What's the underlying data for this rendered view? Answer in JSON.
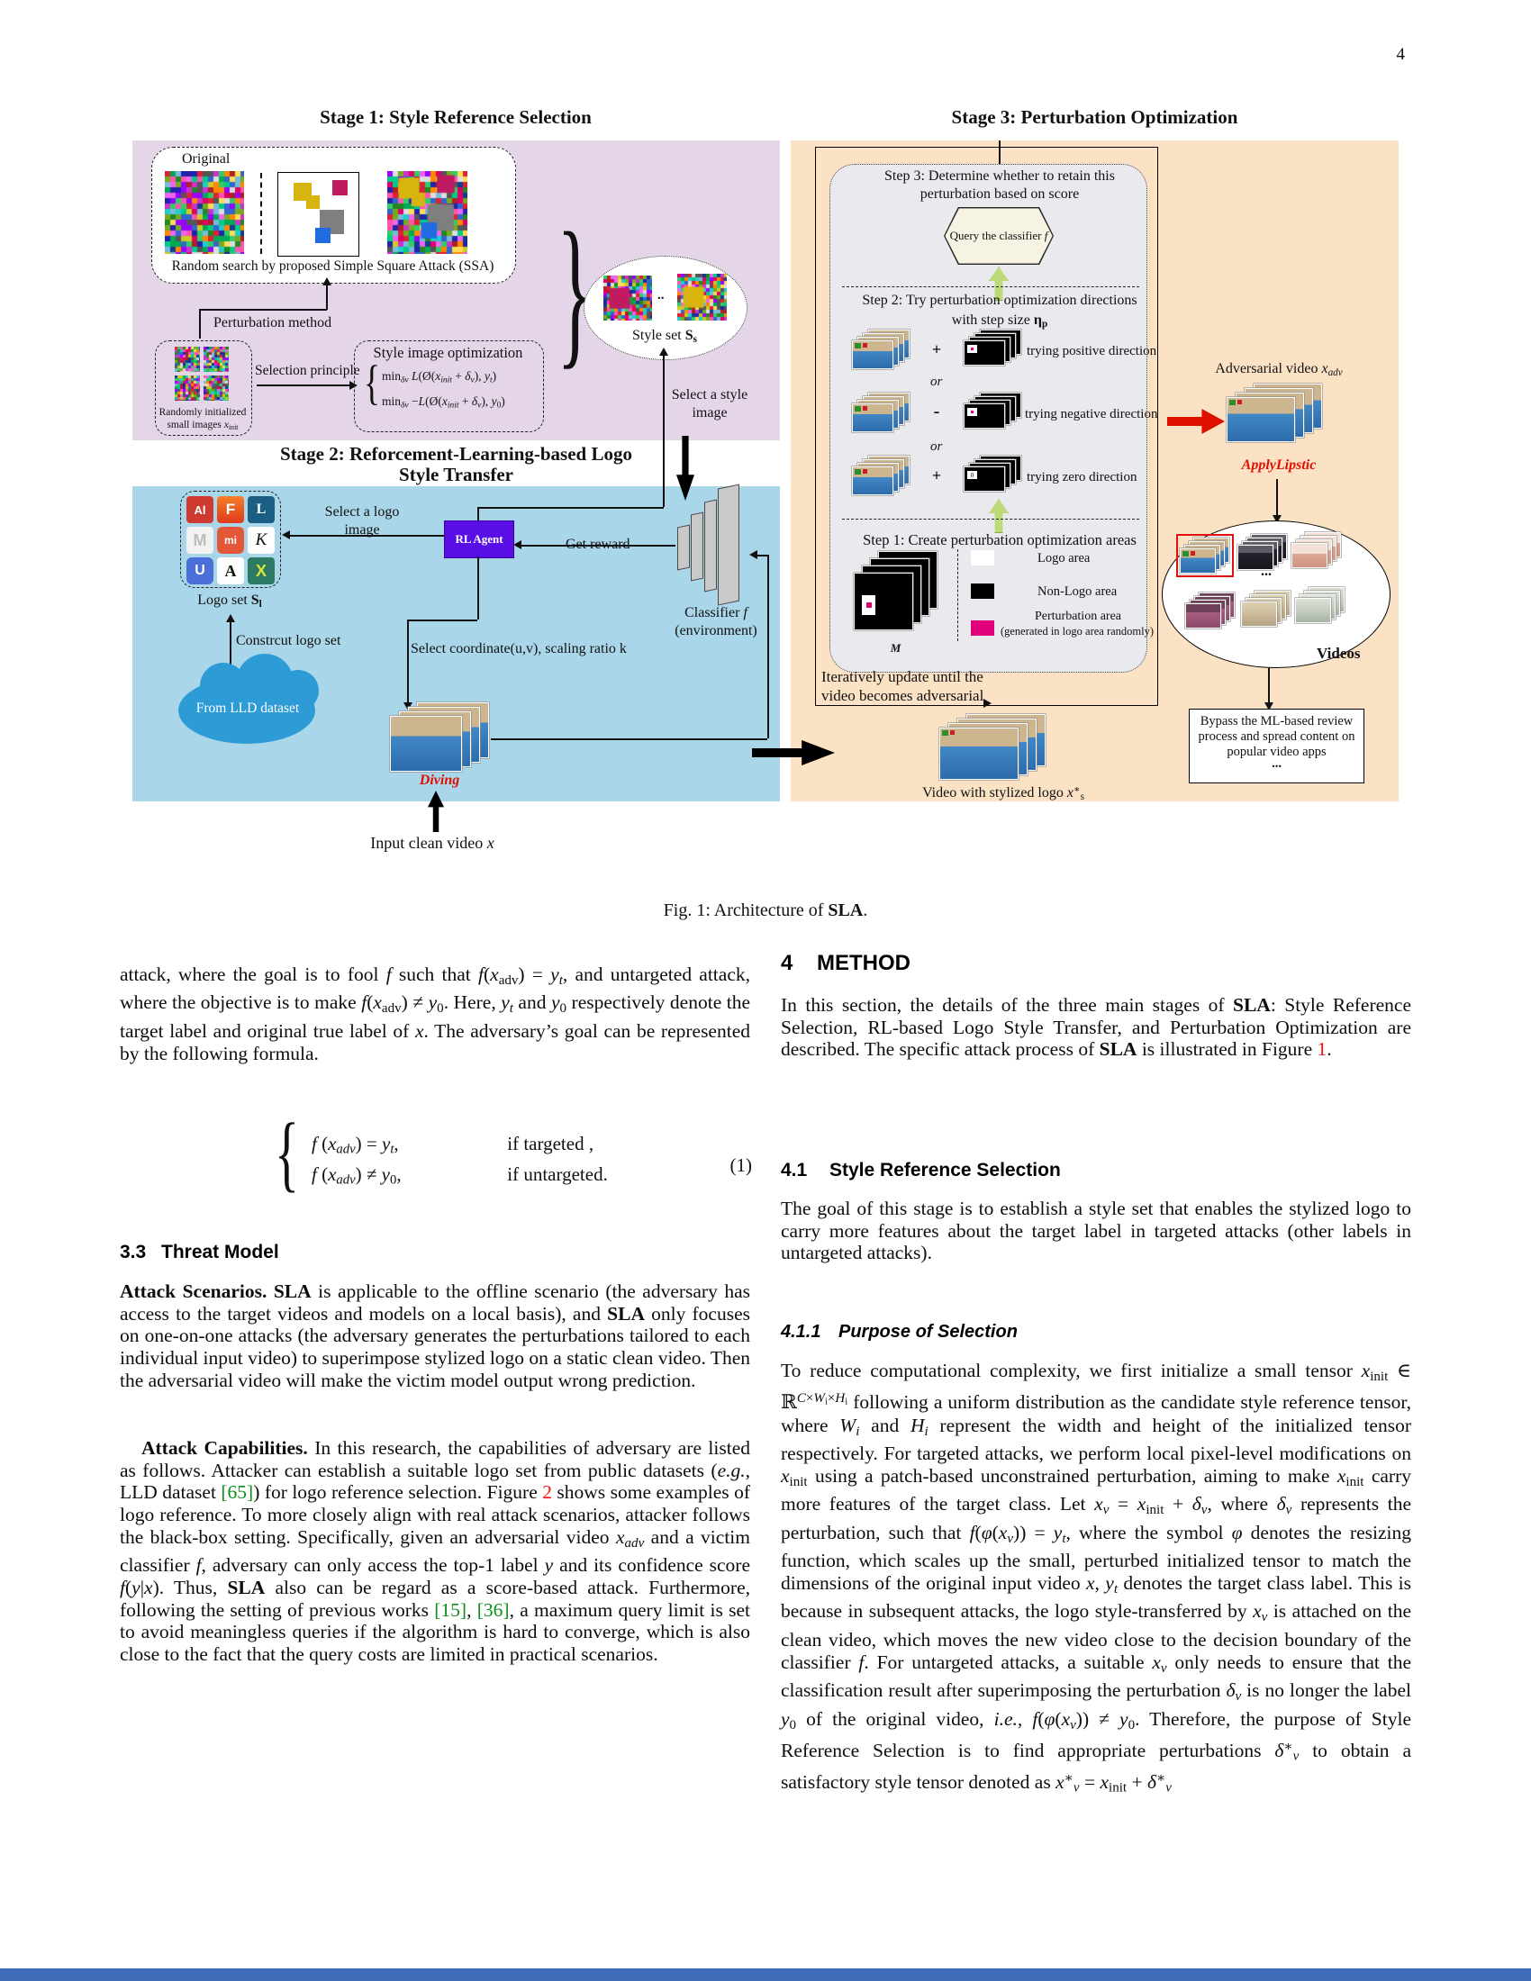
{
  "page": {
    "number": "4"
  },
  "caption": "Fig. 1: Architecture of **SLA**.",
  "colors": {
    "stage1_bg": "#e4d6e8",
    "stage2_bg": "#aad6ea",
    "stage3_bg": "#fbe2c4",
    "panel_gray": "#e9e9ee",
    "hexagon_bg": "#f6f3e2",
    "rl_agent_bg": "#5a0ee6",
    "cloud_blue": "#2d9bd5",
    "magenta": "#e0007a",
    "green_arrow": "#bcda78",
    "red": "#e01000",
    "link_red": "#fb0f0f",
    "link_green": "#0e8f1e",
    "footer_blue": "#3e6cb8"
  },
  "fig": {
    "stage1": {
      "title": "Stage 1: Style Reference Selection",
      "original": "Original",
      "ssa_caption": "Random search by proposed Simple Square Attack  (SSA)",
      "perturb_method": "Perturbation method",
      "rand_init_l1": "Randomly initialized",
      "rand_init_l2": "small images *x*~init~",
      "selection_principle": "Selection principle",
      "opt_title": "Style image optimization",
      "opt_eq1": "min~*δv*~ *L*(Ø(*x*~*init*~ + *δ*~*v*~), *y*~*t*~)",
      "opt_eq2": "min~*δv*~ −*L*(Ø(*x*~*init*~ + *δ*~*v*~), *y*~0~)",
      "style_set": "Style set **S~s~**",
      "dots": "..",
      "select_style_l1": "Select a style",
      "select_style_l2": "image"
    },
    "stage2": {
      "title_l1": "Stage 2: Reforcement-Learning-based Logo",
      "title_l2": "Style Transfer",
      "logos": [
        "Al",
        "F",
        "L",
        "M",
        "mi",
        "K",
        "U",
        "A",
        "X"
      ],
      "logo_set": "Logo set **S~l~**",
      "select_logo_l1": "Select a logo",
      "select_logo_l2": "image",
      "rl_agent": "RL Agent",
      "get_reward": "Get reward",
      "classifier_l1": "Classifier *f*",
      "classifier_l2": "(environment)",
      "select_coord": "Select coordinate(u,v), scaling ratio k",
      "construct": "Constrcut logo set",
      "cloud": "From LLD dataset",
      "diving": "Diving",
      "input_clean": "Input clean video *x*"
    },
    "stage3": {
      "title": "Stage 3: Perturbation Optimization",
      "step3_l1": "Step 3: Determine whether to retain this",
      "step3_l2": "perturbation based on score",
      "query": "Query the classifier *f*",
      "step2_l1": "Step 2: Try perturbation optimization directions",
      "step2_l2": "with step size **η~p~**",
      "rows": [
        {
          "op": "+",
          "label": "trying positive direction"
        },
        {
          "op": "or"
        },
        {
          "op": "-",
          "label": "trying negative direction"
        },
        {
          "op": "or"
        },
        {
          "op": "+",
          "label": "trying zero direction"
        }
      ],
      "step1": "Step 1: Create perturbation optimization areas",
      "m_label": "*M*",
      "legend": [
        {
          "label": "Logo area"
        },
        {
          "label": "Non-Logo area"
        },
        {
          "label": "Perturbation area",
          "label2": "(generated in logo area randomly)"
        }
      ],
      "iter_l1": "Iteratively update until the",
      "iter_l2": "video becomes adversarial",
      "stylized": "Video with stylized logo *x*^∗^~s~",
      "adv_video": "Adversarial video *x*~*adv*~",
      "apply_lipstic": "ApplyLipstic",
      "videos_label": "Videos",
      "ellipsis": "...",
      "bypass": [
        "Bypass the ML-based review",
        "process and spread content on",
        "popular video apps",
        "..."
      ]
    }
  },
  "text": {
    "left": {
      "p1": "attack, where the goal is to fool *f* such that *f*(*x*~adv~) = *y*~*t*~, and untargeted attack, where the objective is to make *f*(*x*~adv~) ≠ *y*~0~. Here, *y*~*t*~ and *y*~0~ respectively denote the target label and original true label of *x*. The adversary’s goal can be represented by the following formula.",
      "eq": {
        "m1": "*f* (*x*~*adv*~) = *y*~*t*~,",
        "c1": "if targeted ,",
        "m2": "*f* (*x*~*adv*~) ≠ *y*~0~,",
        "c2": "if untargeted.",
        "num": "(1)"
      },
      "h33": {
        "num": "3.3",
        "title": "Threat Model"
      },
      "pA": "**Attack Scenarios. SLA** is applicable to the offline scenario (the adversary has access to the target videos and models on a local basis), and **SLA** only focuses on one-on-one attacks (the adversary generates the perturbations tailored to each individual input video) to superimpose stylized logo on a static clean video. Then the adversarial video will make the victim model output wrong prediction.",
      "pB": "**Attack Capabilities.** In this research, the capabilities of adversary are listed as follows. Attacker can establish a suitable logo set from public datasets (*e.g.,* LLD dataset {g:[65]}) for logo reference selection. Figure {r:2} shows some examples of logo reference. To more closely align with real attack scenarios, attacker follows the black-box setting. Specifically, given an adversarial video *x*~*adv*~ and a victim classifier *f*, adversary can only access the top-1 label *y* and its confidence score *f*(*y*|*x*). Thus, **SLA** also can be regard as a score-based attack. Furthermore, following the setting of previous works {g:[15]}, {g:[36]}, a maximum query limit is set to avoid meaningless queries if the algorithm is hard to converge, which is also close to the fact that the query costs are limited in practical scenarios."
    },
    "right": {
      "h4": {
        "num": "4",
        "title": "METHOD"
      },
      "p1": "In this section, the details of the three main stages of **SLA**: Style Reference Selection, RL-based Logo Style Transfer, and Perturbation Optimization are described. The specific attack process of **SLA** is illustrated in Figure {r:1}.",
      "h41": {
        "num": "4.1",
        "title": "Style Reference Selection"
      },
      "p2": "The goal of this stage is to establish a style set that enables the stylized logo to carry more features about the target label in targeted attacks (other labels in untargeted attacks).",
      "h411": {
        "num": "4.1.1",
        "title": "Purpose of Selection"
      },
      "p3": "To reduce computational complexity, we first initialize a small tensor *x*~init~ ∈ ℝ^*C*×*W*~i~×*H*~i~^ following a uniform distribution as the candidate style reference tensor, where *W*~*i*~ and *H*~*i*~ represent the width and height of the initialized tensor respectively. For targeted attacks, we perform local pixel-level modifications on *x*~init~ using a patch-based unconstrained perturbation, aiming to make *x*~init~ carry more features of the target class. Let *x*~*v*~ = *x*~init~ + *δ*~*v*~, where *δ*~*v*~ represents the perturbation, such that *f*(*φ*(*x*~*v*~)) = *y*~*t*~, where the symbol *φ* denotes the resizing function, which scales up the small, perturbed initialized tensor to match the dimensions of the original input video *x*, *y*~*t*~ denotes the target class label. This is because in subsequent attacks, the logo style-transferred by *x*~*v*~ is attached on the clean video, which moves the new video close to the decision boundary of the classifier *f*. For untargeted attacks, a suitable *x*~*v*~ only needs to ensure that the classification result after superimposing the perturbation *δ*~*v*~ is no longer the label *y*~0~ of the original video, *i.e.,* *f*(*φ*(*x*~*v*~)) ≠ *y*~0~. Therefore, the purpose of Style Reference Selection is to find appropriate perturbations *δ*^∗^~*v*~ to obtain a satisfactory style tensor denoted as *x*^∗^~*v*~ = *x*~init~ + *δ*^∗^~*v*~"
    }
  }
}
